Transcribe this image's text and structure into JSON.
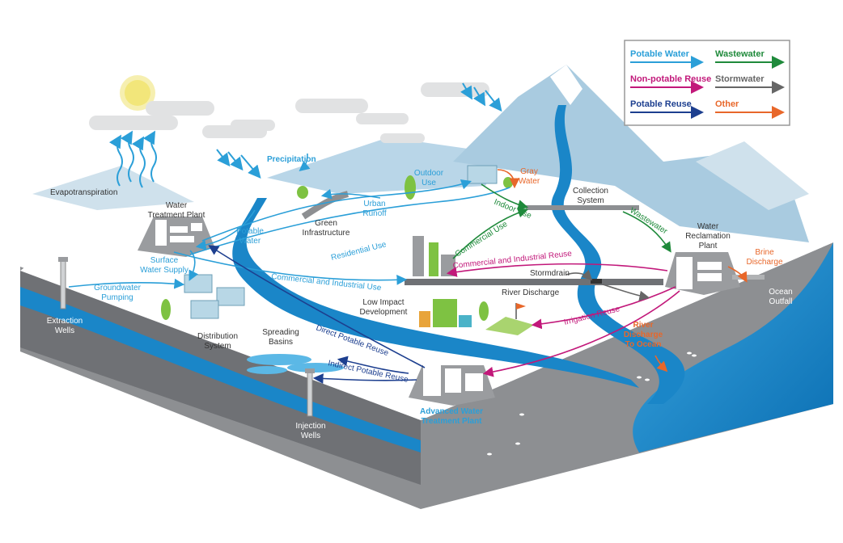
{
  "colors": {
    "potable": "#2b9fd8",
    "wastewater": "#1f8a3b",
    "non_potable": "#c2187a",
    "stormwater": "#666666",
    "potable_reuse": "#1d3f8f",
    "other": "#e8672a",
    "water": "#1a86c8",
    "ground": "#8d8f92",
    "mountain": "#a9cbe0"
  },
  "legend": {
    "potable_water": "Potable Water",
    "wastewater": "Wastewater",
    "non_potable_reuse": "Non-potable Reuse",
    "stormwater": "Stormwater",
    "potable_reuse": "Potable Reuse",
    "other": "Other"
  },
  "labels": {
    "evapotranspiration": "Evapotranspiration",
    "precipitation": "Precipitation",
    "outdoor_use": [
      "Outdoor",
      "Use"
    ],
    "gray_water": [
      "Gray",
      "Water"
    ],
    "indoor_use": "Indoor Use",
    "collection_system": [
      "Collection",
      "System"
    ],
    "wastewater_flow": "Wastewater",
    "water_reclamation_plant": [
      "Water",
      "Reclamation",
      "Plant"
    ],
    "brine_discharge": [
      "Brine",
      "Discharge"
    ],
    "ocean_outfall": [
      "Ocean",
      "Outfall"
    ],
    "water_treatment_plant": [
      "Water",
      "Treatment Plant"
    ],
    "urban_runoff": [
      "Urban",
      "Runoff"
    ],
    "green_infrastructure": [
      "Green",
      "Infrastructure"
    ],
    "potable_water_flow": [
      "Potable",
      "Water"
    ],
    "residential_use": "Residential Use",
    "commercial_use": "Commercial Use",
    "surface_water_supply": [
      "Surface",
      "Water Supply"
    ],
    "commercial_industrial_use": "Commercial and Industrial Use",
    "commercial_industrial_reuse": "Commercial and Industrial Reuse",
    "stormdrain": "Stormdrain",
    "river_discharge": "River Discharge",
    "groundwater_pumping": [
      "Groundwater",
      "Pumping"
    ],
    "low_impact_development": [
      "Low Impact",
      "Development"
    ],
    "irrigation_reuse": "Irrigation Reuse",
    "extraction_wells": [
      "Extraction",
      "Wells"
    ],
    "distribution_system": [
      "Distribution",
      "System"
    ],
    "spreading_basins": [
      "Spreading",
      "Basins"
    ],
    "direct_potable_reuse": "Direct Potable Reuse",
    "river_discharge_to_ocean": [
      "River",
      "Discharge",
      "To Ocean"
    ],
    "indirect_potable_reuse": "Indirect Potable Reuse",
    "advanced_water_treatment_plant": [
      "Advanced Water",
      "Treatment Plant"
    ],
    "injection_wells": [
      "Injection",
      "Wells"
    ]
  }
}
